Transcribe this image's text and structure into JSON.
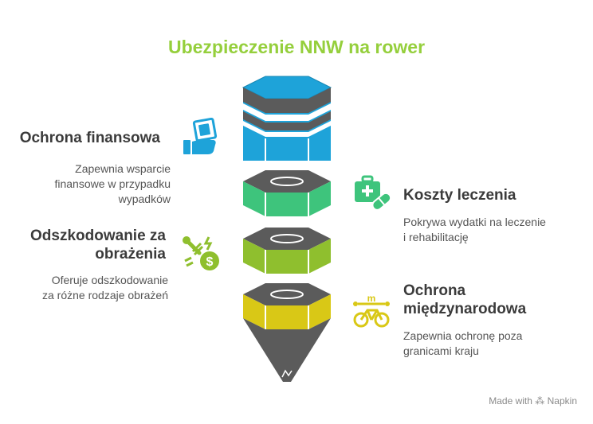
{
  "title": "Ubezpieczenie NNW na rower",
  "colors": {
    "title": "#95cf3c",
    "blue": "#1ea3d9",
    "green": "#3ec47c",
    "lime": "#8fbf2e",
    "yellow": "#d9c816",
    "dark": "#5b5b5b"
  },
  "items": [
    {
      "heading": "Ochrona finansowa",
      "desc": [
        "Zapewnia wsparcie",
        "finansowe w przypadku",
        "wypadków"
      ],
      "icon": "money-hand-icon"
    },
    {
      "heading": "Koszty leczenia",
      "desc": [
        "Pokrywa wydatki na leczenie",
        "i rehabilitację"
      ],
      "icon": "medical-kit-pill-icon"
    },
    {
      "heading": [
        "Odszkodowanie za",
        "obrażenia"
      ],
      "desc": [
        "Oferuje odszkodowanie",
        "za różne rodzaje obrażeń"
      ],
      "icon": "compensation-icon"
    },
    {
      "heading": [
        "Ochrona",
        "międzynarodowa"
      ],
      "desc": [
        "Zapewnia ochronę poza",
        "granicami kraju"
      ],
      "icon": "bicycle-route-icon"
    }
  ],
  "footer": {
    "made_with": "Made with",
    "brand": "Napkin"
  }
}
